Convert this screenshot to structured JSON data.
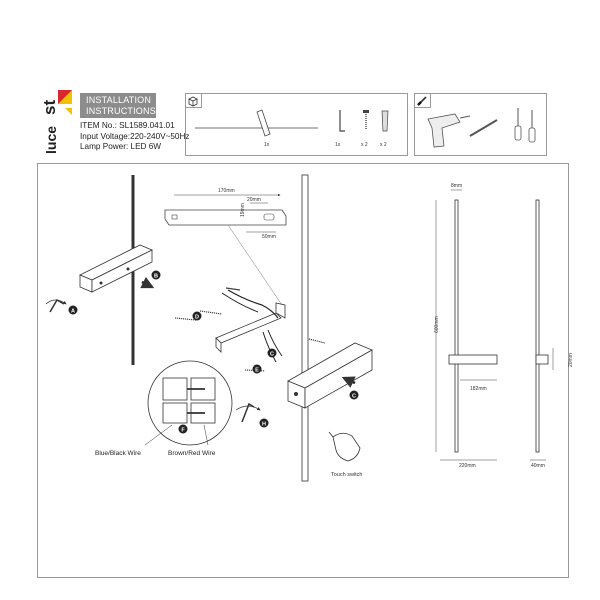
{
  "header": {
    "logo_top": "st",
    "logo_bottom": "luce",
    "title_line1": "INSTALLATION",
    "title_line2": "INSTRUCTIONS",
    "item_no": "ITEM No.: SL1589.041.01",
    "voltage": "Input Voltage:220-240V~50Hz",
    "power": "Lamp Power: LED 6W"
  },
  "colors": {
    "title_bg": "#8c8c8c",
    "arrow_circle": "#222222",
    "logo_red": "#d9282f",
    "logo_yellow": "#f2c200"
  },
  "icons": {
    "contents_tag": "box-icon",
    "tools_tag": "screwdriver-icon"
  },
  "contents": {
    "lamp_qty": "1x",
    "key_qty": "1x",
    "screw_qty": "x 2",
    "plug_qty": "x 2"
  },
  "bracket_dims": {
    "width": "170mm",
    "slot": "20mm",
    "height": "19mm",
    "offset": "50mm"
  },
  "steps": [
    "A",
    "B",
    "C",
    "C",
    "D",
    "E",
    "F",
    "H"
  ],
  "wire_labels": {
    "left": "Blue/Black Wire",
    "right": "Brown/Red Wire"
  },
  "touch_label": "Touch switch",
  "dimensions": {
    "top_width": "8mm",
    "height": "600mm",
    "bracket_len": "182mm",
    "base_width": "220mm",
    "side_width": "40mm",
    "side_mount": "20mm"
  }
}
